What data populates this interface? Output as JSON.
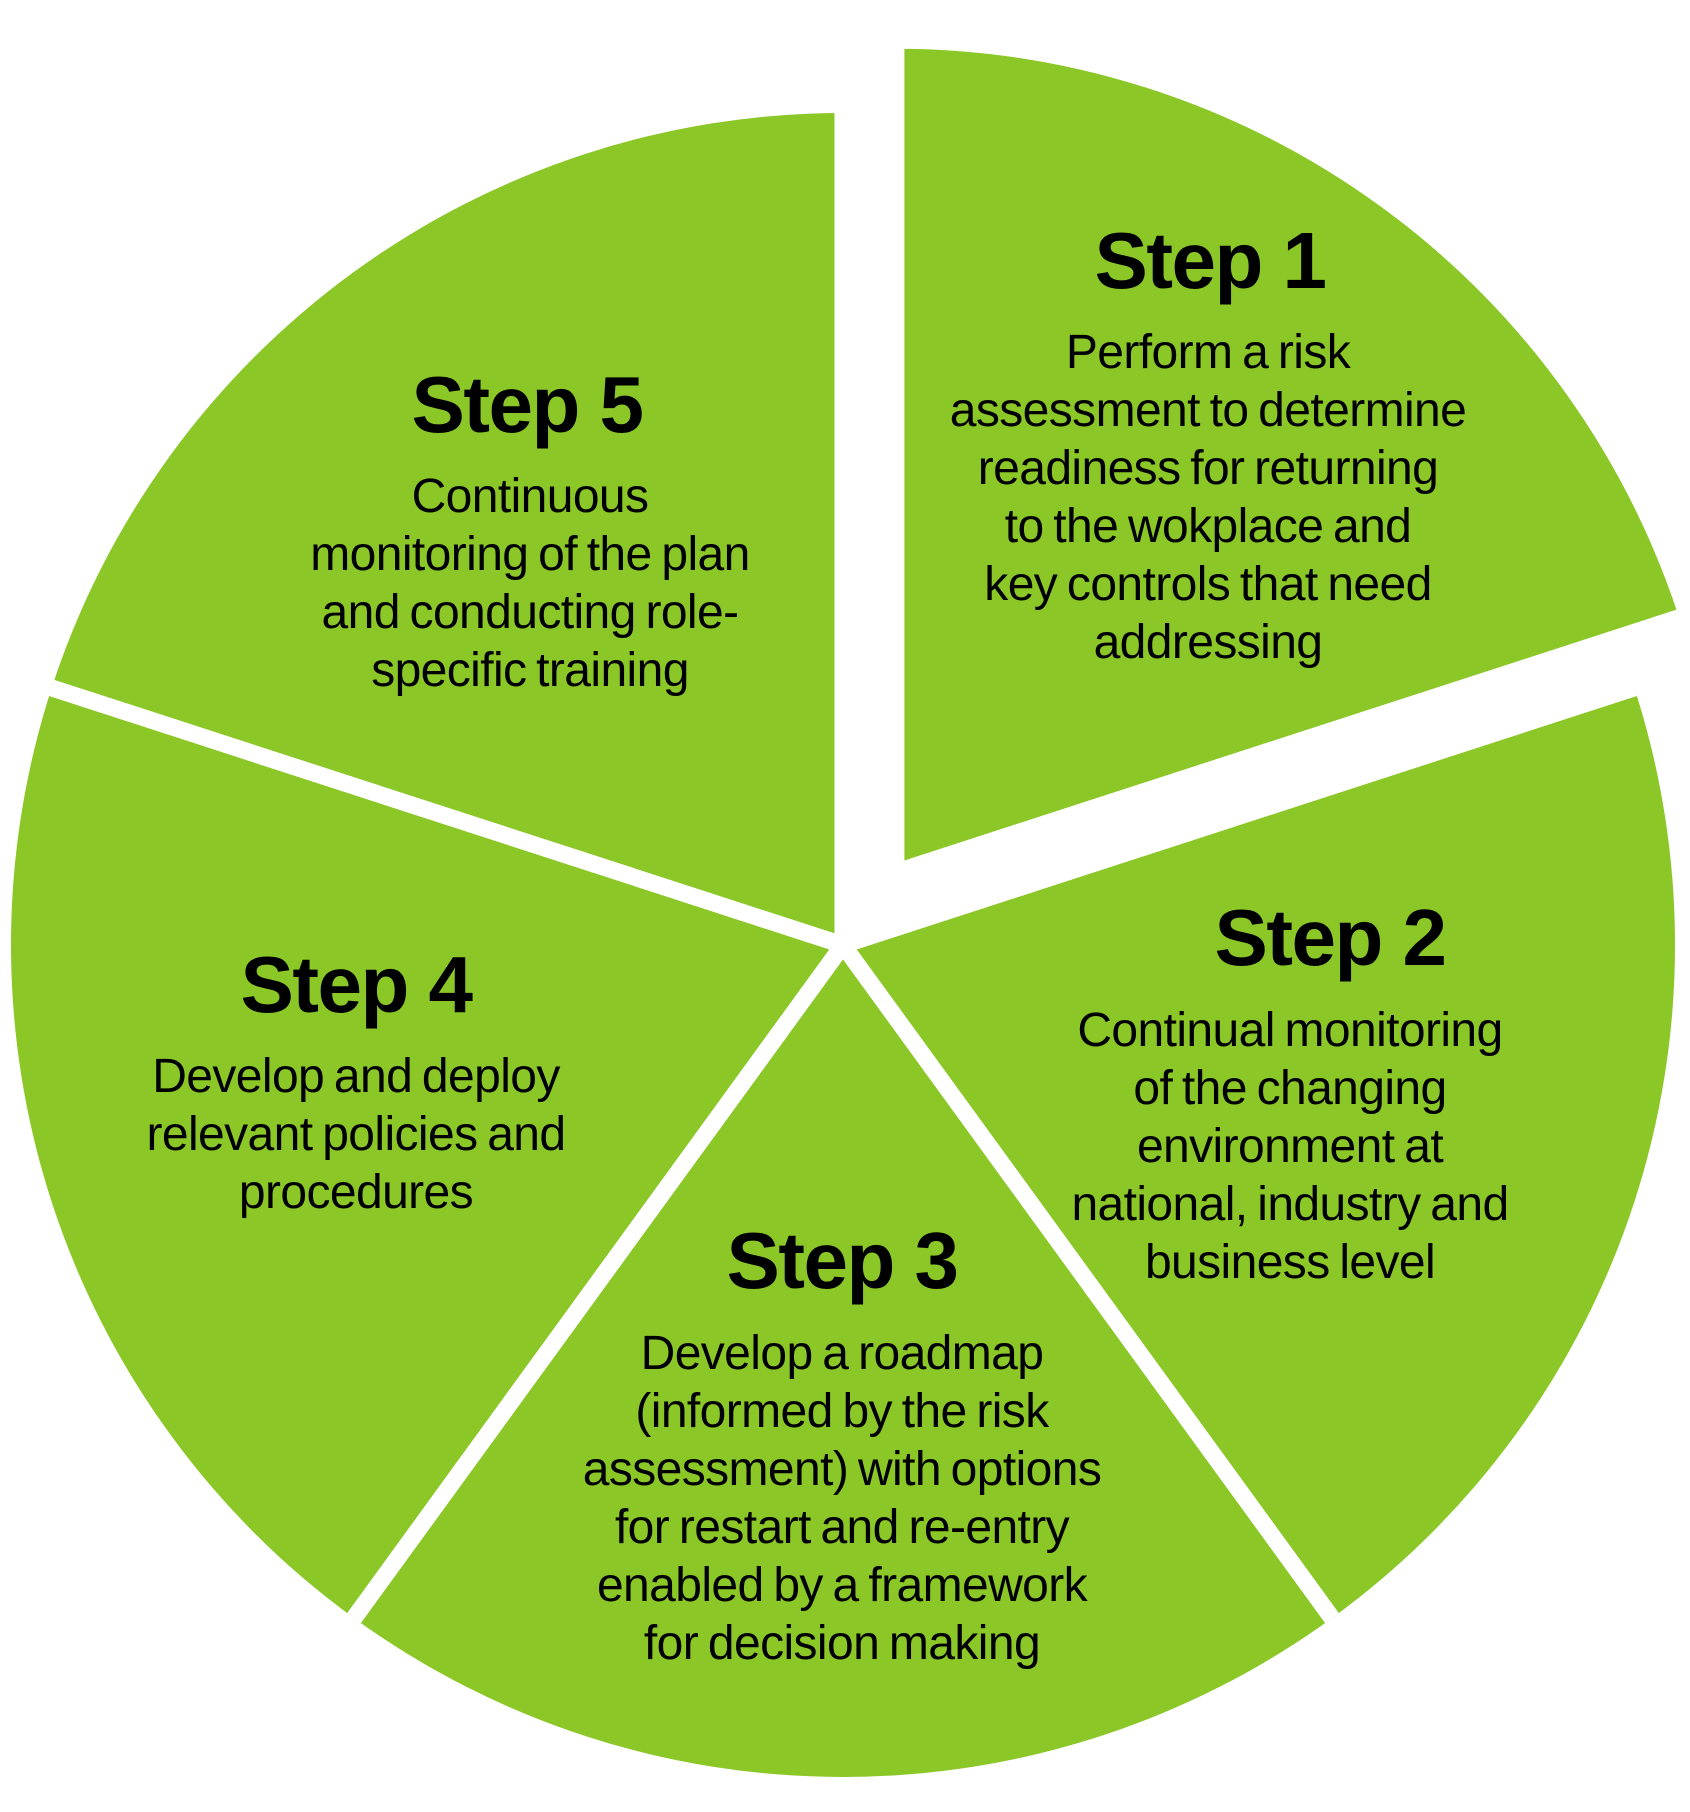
{
  "diagram": {
    "colors": {
      "slice": "#8BC727",
      "divider": "#FFFFFF",
      "text": "#000000"
    },
    "steps": [
      {
        "title": "Step 1",
        "lines": [
          "Perform a risk",
          "assessment to determine",
          "readiness for returning",
          "to the wokplace and",
          "key controls that need",
          "addressing"
        ]
      },
      {
        "title": "Step 2",
        "lines": [
          "Continual monitoring",
          "of the changing",
          "environment at",
          "national, industry and",
          "business level"
        ]
      },
      {
        "title": "Step 3",
        "lines": [
          "Develop a roadmap",
          "(informed by the risk",
          "assessment) with options",
          "for restart and re-entry",
          "enabled by a framework",
          "for decision making"
        ]
      },
      {
        "title": "Step 4",
        "lines": [
          "Develop and deploy",
          "relevant policies and",
          "procedures"
        ]
      },
      {
        "title": "Step 5",
        "lines": [
          "Continuous",
          "monitoring of the plan",
          "and conducting role-",
          "specific training"
        ]
      }
    ]
  },
  "chart_data": {
    "type": "pie",
    "labels": [
      "Step 1",
      "Step 2",
      "Step 3",
      "Step 4",
      "Step 5"
    ],
    "values": [
      20,
      20,
      20,
      20,
      20
    ],
    "unit": "equal slices (72 degrees each)",
    "exploded_slice": "Step 1",
    "slice_color": "#8BC727",
    "legend_position": "none",
    "descriptions": [
      "Perform a risk assessment to determine readiness for returning to the wokplace and key controls that need addressing",
      "Continual monitoring of the changing environment at national, industry and business level",
      "Develop a roadmap (informed by the risk assessment) with options for restart and re-entry enabled by a framework for decision making",
      "Develop and deploy relevant policies and procedures",
      "Continuous monitoring of the plan and conducting role-specific training"
    ]
  }
}
